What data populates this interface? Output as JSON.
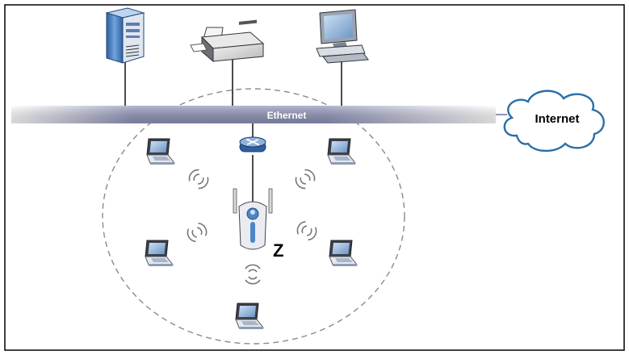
{
  "labels": {
    "ethernet": "Ethernet",
    "internet": "Internet",
    "ap_id": "Z"
  },
  "colors": {
    "border": "#000000",
    "ethernet_bar": "#8e93b8",
    "ethernet_bar_light": "#ffffff",
    "cloud_stroke": "#2a6fa8",
    "coverage_dash": "#8a8a8a",
    "device_blue": "#4c86c8",
    "device_light": "#dde4ef"
  },
  "icons": {
    "server": "server-icon",
    "printer": "printer-icon",
    "workstation": "desktop-computer-icon",
    "router": "router-icon",
    "access_point": "wireless-access-point-icon",
    "laptop": "laptop-icon",
    "signal": "wireless-signal-icon",
    "cloud": "cloud-icon"
  }
}
